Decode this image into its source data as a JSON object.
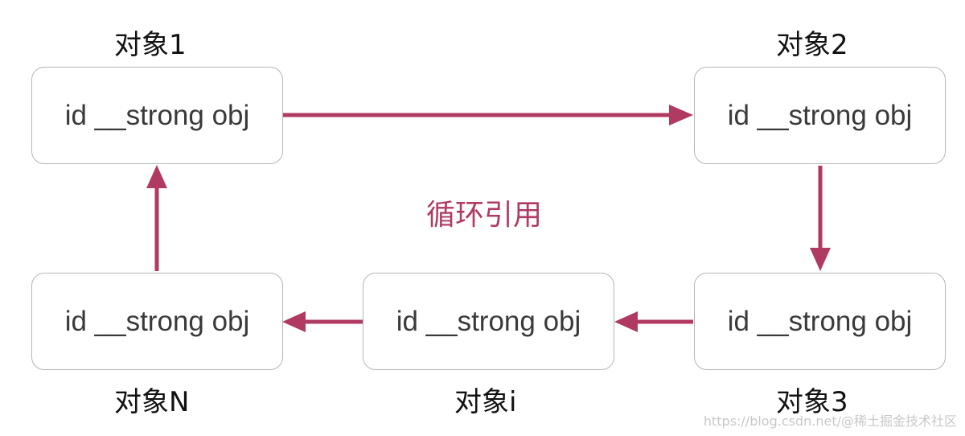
{
  "diagram": {
    "objects": [
      {
        "title": "对象1",
        "field": "id __strong obj"
      },
      {
        "title": "对象2",
        "field": "id __strong obj"
      },
      {
        "title": "对象3",
        "field": "id __strong obj"
      },
      {
        "title": "对象i",
        "field": "id __strong obj"
      },
      {
        "title": "对象N",
        "field": "id __strong obj"
      }
    ],
    "center_label": "循环引用",
    "arrow_color": "#b03a62",
    "edges": [
      {
        "from": "对象1",
        "to": "对象2"
      },
      {
        "from": "对象2",
        "to": "对象3"
      },
      {
        "from": "对象3",
        "to": "对象i"
      },
      {
        "from": "对象i",
        "to": "对象N"
      },
      {
        "from": "对象N",
        "to": "对象1"
      }
    ]
  },
  "watermark": "https://blog.csdn.net/@稀土掘金技术社区"
}
